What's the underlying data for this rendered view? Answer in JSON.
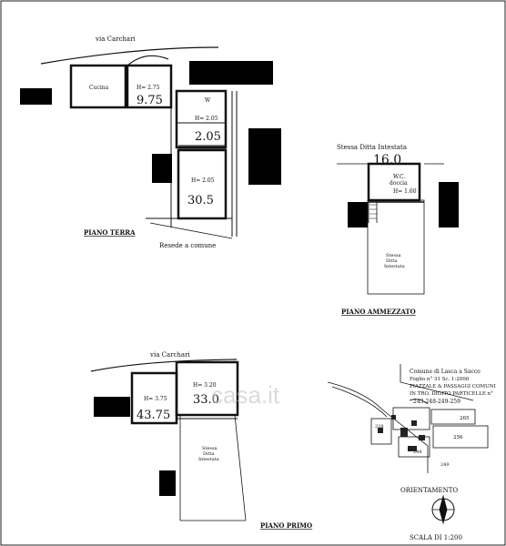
{
  "ground_floor": {
    "street": "via Carchari",
    "room_left": "Cucina",
    "h_left": "H= 2.75",
    "area_left": "9.75",
    "room_upper_top": "W",
    "h_upper": "H= 2.05",
    "area_upper": "2.05",
    "h_lower": "H= 2.05",
    "area_lower": "30.5",
    "title": "PIANO TERRA",
    "resede": "Resede a comune"
  },
  "mezzanine": {
    "title_line": "Stessa Ditta Intestata",
    "area": "16.0",
    "wc": "W.C.",
    "doccia": "doccia",
    "h": "H= 1.60",
    "stessa": "Stessa",
    "ditta": "Ditta",
    "intestata": "Intestata",
    "floor_title": "PIANO AMMEZZATO"
  },
  "first_floor": {
    "street": "via Carchari",
    "h_left": "H= 3.75",
    "area_left": "43.75",
    "h_right": "H= 3.20",
    "area_right": "33.0",
    "stessa": "Stessa",
    "ditta": "Ditta",
    "intestata": "Intestata",
    "title": "PIANO PRIMO"
  },
  "location": {
    "line1": "Comune di Lasca a Sacco",
    "line2": "Foglio n° 31  Sc. 1:2000",
    "line3": "PIAZZALE & PASSAGGI COMUNI",
    "line4": "IN TRO. DIGITO PARTICELLE n°",
    "line5": "243-248-249-259",
    "p265": "265",
    "p256": "256",
    "p238": "238",
    "p248": "248",
    "p249": "249",
    "orientamento": "ORIENTAMENTO",
    "scala": "SCALA DI 1:200"
  },
  "watermark": "casa.it"
}
